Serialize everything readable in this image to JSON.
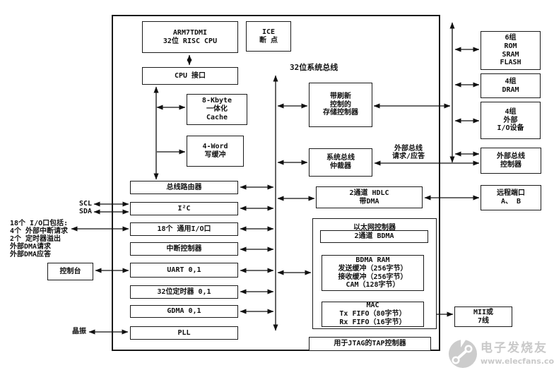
{
  "diagram": {
    "bus_title": "32位系统总线",
    "blocks": {
      "cpu": "ARM7TDMI\n32位 RISC CPU",
      "ice": "ICE\n断 点",
      "cpu_if": "CPU 接口",
      "cache": "8-Kbyte\n一体化\nCache",
      "write_buffer": "4-Word\n写缓冲",
      "bus_router": "总线路由器",
      "i2c": "I²C",
      "gpio": "18个 通用I/O口",
      "interrupt_ctrl": "中断控制器",
      "uart": "UART 0,1",
      "timer": "32位定时器 0,1",
      "gdma": "GDMA 0,1",
      "pll": "PLL",
      "mem_ctrl": "带刷新\n控制的\n存储控制器",
      "arbiter": "系统总线\n仲裁器",
      "hdlc": "2通道 HDLC\n带DMA",
      "ethernet_title": "以太网控制器",
      "bdma": "2通道 BDMA",
      "bdma_ram": "BDMA RAM\n发送缓冲（256字节）\n接收缓冲（256字节）\nCAM（128字节）",
      "mac": "MAC\nTx FIFO（80字节）\nRx FIFO（16字节）",
      "tap": "用于JTAG的TAP控制器",
      "rom": "6组\nROM\nSRAM\nFLASH",
      "dram": "4组\nDRAM",
      "ext_io": "4组\n外部\nI/O设备",
      "ext_bus_ctrl": "外部总线\n控制器",
      "remote_port": "远程端口\nA、 B",
      "mii": "MII或\n7线",
      "console": "控制台"
    },
    "labels": {
      "scl": "SCL",
      "sda": "SDA",
      "io_desc": "18个 I/O口包括:\n4个 外部中断请求\n2个 定时器溢出\n外部DMA请求\n外部DMA应答",
      "ext_bus_req": "外部总线\n请求/应答",
      "xtal": "晶振"
    },
    "watermark": {
      "name": "电子发烧友",
      "url": "www.elecfans.com",
      "color": "#c9c9c9"
    },
    "colors": {
      "line": "#111111",
      "background": "#ffffff"
    }
  }
}
